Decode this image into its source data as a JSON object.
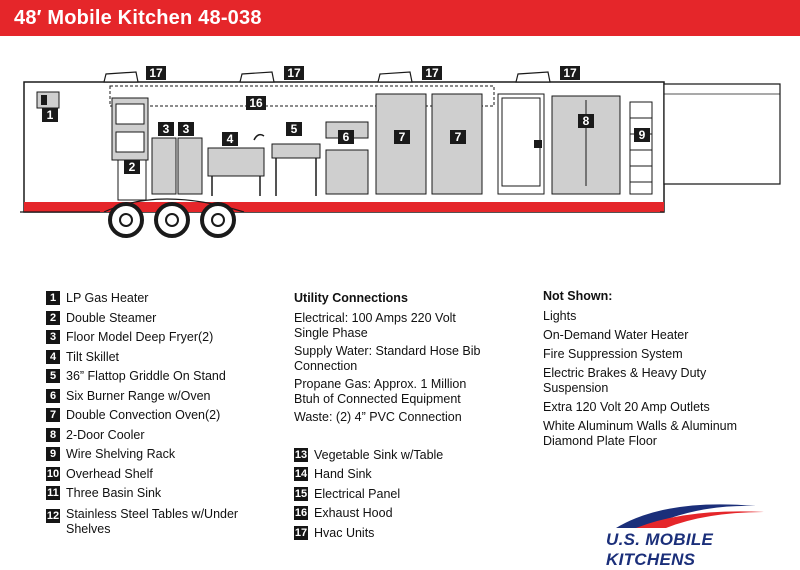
{
  "header": {
    "title": "48′ Mobile Kitchen 48-038"
  },
  "diagram": {
    "callouts": [
      "1",
      "2",
      "3",
      "3",
      "4",
      "5",
      "6",
      "7",
      "7",
      "8",
      "9",
      "16",
      "17",
      "17",
      "17",
      "17"
    ],
    "equipment_colors": {
      "outline": "#1a1a1a",
      "steel": "#cfcfcf",
      "trailer": "#e5262a"
    }
  },
  "legend": {
    "items": [
      {
        "num": "1",
        "label": "LP Gas Heater"
      },
      {
        "num": "2",
        "label": "Double Steamer"
      },
      {
        "num": "3",
        "label": "Floor Model Deep Fryer(2)"
      },
      {
        "num": "4",
        "label": "Tilt Skillet"
      },
      {
        "num": "5",
        "label": "36” Flattop Griddle On Stand"
      },
      {
        "num": "6",
        "label": "Six Burner Range w/Oven"
      },
      {
        "num": "7",
        "label": "Double Convection Oven(2)"
      },
      {
        "num": "8",
        "label": "2-Door Cooler"
      },
      {
        "num": "9",
        "label": "Wire Shelving Rack"
      },
      {
        "num": "10",
        "label": "Overhead Shelf"
      },
      {
        "num": "11",
        "label": "Three Basin Sink"
      },
      {
        "num": "12",
        "label": "Stainless Steel Tables w/Under Shelves"
      }
    ]
  },
  "utility": {
    "heading": "Utility Connections",
    "lines": [
      "Electrical: 100 Amps 220 Volt Single Phase",
      "Supply Water: Standard Hose Bib Connection",
      "Propane Gas: Approx. 1 Million Btuh of Connected Equipment",
      "Waste: (2) 4” PVC Connection"
    ],
    "items": [
      {
        "num": "13",
        "label": "Vegetable Sink w/Table"
      },
      {
        "num": "14",
        "label": "Hand Sink"
      },
      {
        "num": "15",
        "label": "Electrical Panel"
      },
      {
        "num": "16",
        "label": "Exhaust Hood"
      },
      {
        "num": "17",
        "label": "Hvac Units"
      }
    ]
  },
  "not_shown": {
    "heading": "Not Shown:",
    "items": [
      "Lights",
      "On-Demand Water Heater",
      "Fire Suppression System",
      "Electric Brakes & Heavy Duty Suspension",
      "Extra 120 Volt 20 Amp Outlets",
      "White Aluminum Walls & Aluminum Diamond Plate Floor"
    ]
  },
  "logo": {
    "text": "U.S. MOBILE KITCHENS"
  }
}
